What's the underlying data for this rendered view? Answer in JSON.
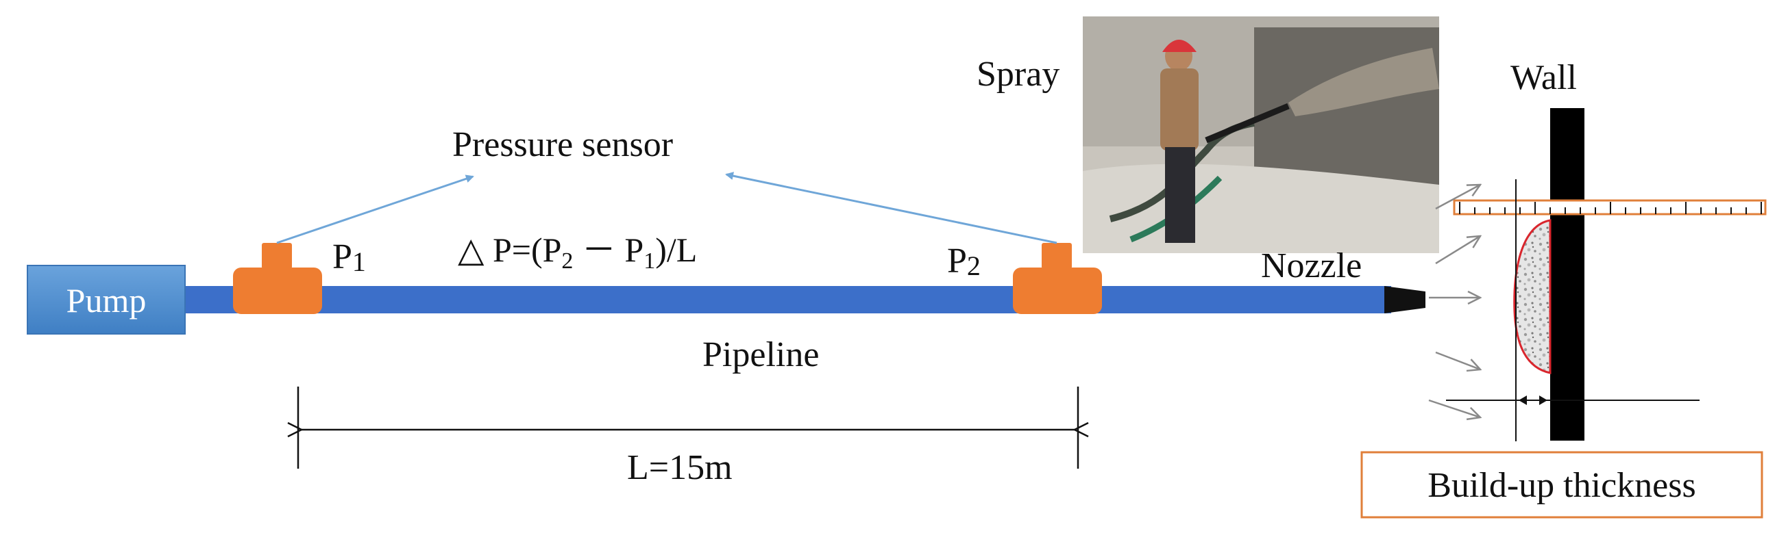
{
  "labels": {
    "pump": "Pump",
    "pressure_sensor": "Pressure sensor",
    "p1_main": "P",
    "p1_sub": "1",
    "p2_main": "P",
    "p2_sub": "2",
    "formula_prefix": "△ P=(P",
    "formula_sub_a": "2",
    "formula_mid": " － P",
    "formula_sub_b": "1",
    "formula_suffix": ")/L",
    "pipeline": "Pipeline",
    "length": "L=15m",
    "spray": "Spray",
    "nozzle": "Nozzle",
    "wall": "Wall",
    "build_up": "Build-up thickness"
  },
  "colors": {
    "pump_fill": "#4f8fd1",
    "pipe": "#3c6fc9",
    "sensor": "#ee7d31",
    "sensor_arrow": "#6fa6d8",
    "ruler_border": "#e07f3a",
    "build_up_border": "#e07f3a",
    "deposit_outline": "#d9262d",
    "nozzle": "#111111",
    "wall": "#000000"
  }
}
